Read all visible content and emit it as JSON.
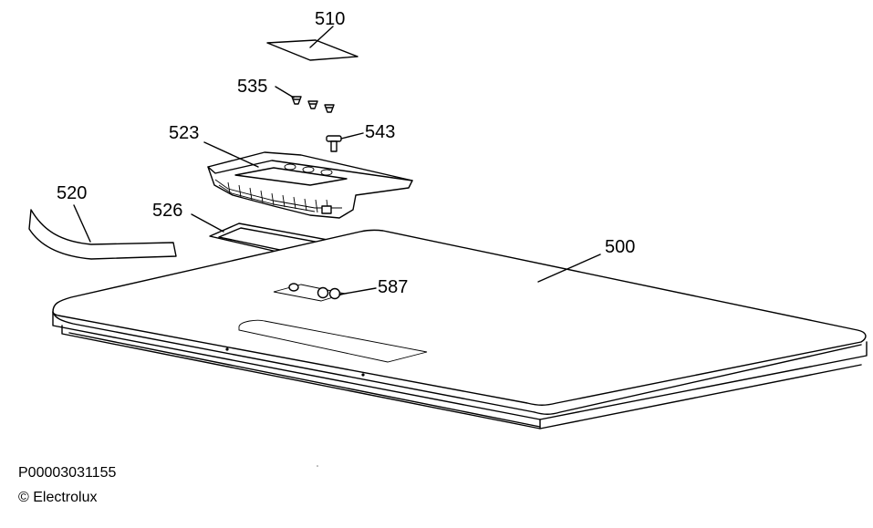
{
  "callouts": [
    {
      "id": "510",
      "text": "510"
    },
    {
      "id": "535",
      "text": "535"
    },
    {
      "id": "543",
      "text": "543"
    },
    {
      "id": "523",
      "text": "523"
    },
    {
      "id": "520",
      "text": "520"
    },
    {
      "id": "526",
      "text": "526"
    },
    {
      "id": "500",
      "text": "500"
    },
    {
      "id": "587",
      "text": "587"
    }
  ],
  "footer": {
    "code": "P00003031155",
    "copyright": "© Electrolux"
  }
}
